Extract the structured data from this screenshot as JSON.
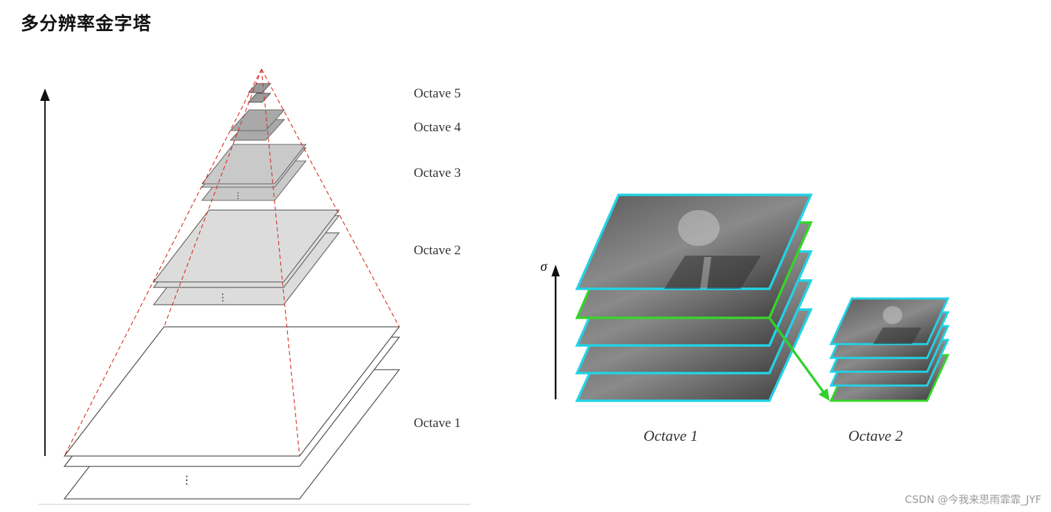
{
  "title": "多分辨率金字塔",
  "left_diagram": {
    "octave_labels": [
      "Octave 5",
      "Octave 4",
      "Octave 3",
      "Octave 2",
      "Octave 1"
    ],
    "colors": {
      "pyramid_edge": "#d9342b",
      "plane_stroke": "#555555"
    }
  },
  "right_diagram": {
    "sigma_label": "σ",
    "octave_labels": [
      "Octave 1",
      "Octave 2"
    ],
    "colors": {
      "frame_cyan": "#22d3e6",
      "frame_green": "#35d62a",
      "arrow_green": "#2fd12a"
    }
  },
  "watermark": "CSDN @今我来思雨霏霏_JYF"
}
